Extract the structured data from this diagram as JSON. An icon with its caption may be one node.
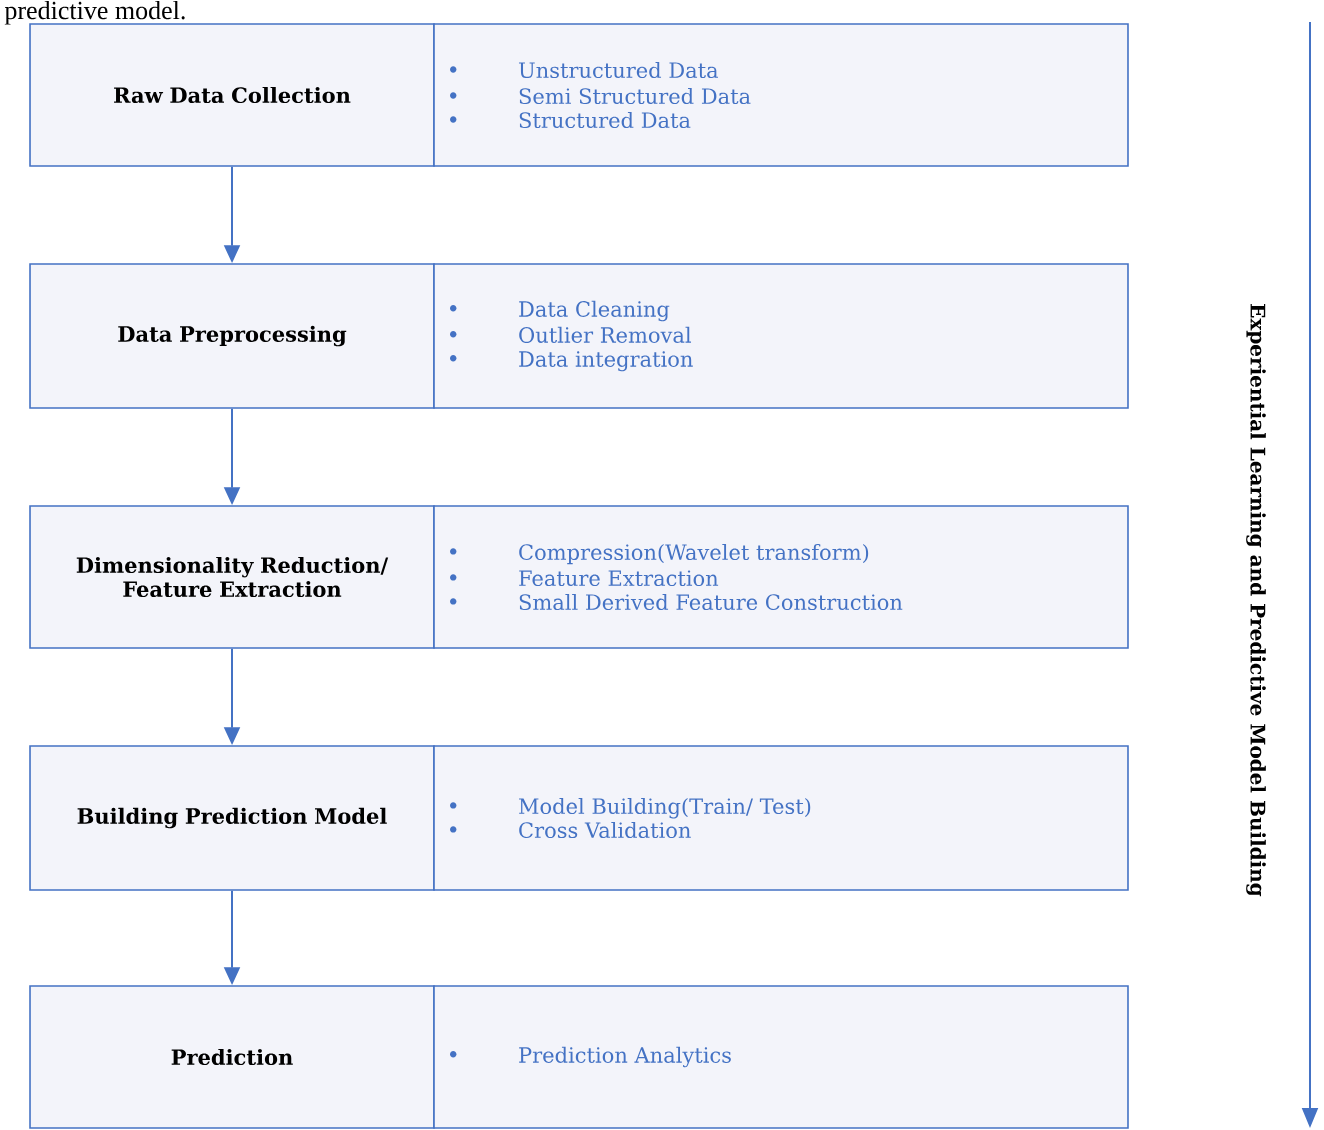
{
  "diagram": {
    "nodes": [
      {
        "text": [
          "Raw Data Collection"
        ]
      },
      {
        "text": [
          "Unstructured Data",
          "Semi Structured Data",
          "Structured Data"
        ]
      },
      {
        "text": [
          "Data Preprocessing"
        ]
      },
      {
        "text": [
          "Data Cleaning",
          "Outlier Removal",
          "Data integration"
        ]
      },
      {
        "text": [
          "Dimensionality Reduction/ Feature Extraction"
        ]
      },
      {
        "text": [
          "Compression(Wavelet transform)",
          "Feature Extraction",
          "Small Derived Feature Construction"
        ]
      },
      {
        "text": [
          "Building Prediction Model"
        ]
      },
      {
        "text": [
          "Model Building(Train/ Test)",
          "Cross Validation"
        ]
      },
      {
        "text": [
          "Prediction"
        ]
      },
      {
        "text": [
          "Prediction Analytics"
        ]
      }
    ],
    "edges": [
      {
        "from": 0,
        "to": 2,
        "arrow": "to"
      },
      {
        "from": 2,
        "to": 4,
        "arrow": "to"
      },
      {
        "from": 4,
        "to": 6,
        "arrow": "to"
      },
      {
        "from": 6,
        "to": 8,
        "arrow": "to"
      }
    ],
    "labels": [
      "predictive model.",
      "Experiential Learning and Predictive Model Building"
    ]
  }
}
